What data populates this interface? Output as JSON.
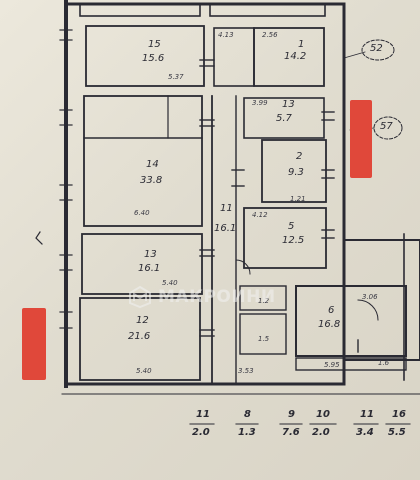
{
  "rooms": [
    {
      "num": "15",
      "area": "15.6"
    },
    {
      "num": "1",
      "area": "14.2"
    },
    {
      "num": "14",
      "area": "33.8"
    },
    {
      "num": "13",
      "area": "16.1"
    },
    {
      "num": "12",
      "area": "21.6"
    },
    {
      "num": "2",
      "area": "9.3"
    },
    {
      "num": "5",
      "area": "12.5"
    },
    {
      "num": "6",
      "area": "16.8"
    },
    {
      "num": "11",
      "area": "16.1"
    },
    {
      "num": "13",
      "area": "5.7"
    },
    {
      "num": "",
      "area": "1.2"
    },
    {
      "num": "",
      "area": "1.5"
    }
  ],
  "dimensions": [
    "5.37",
    "6.40",
    "5.40",
    "5.40",
    "2.56",
    "5.95",
    "1.6",
    "3.53",
    "3.99",
    "4.12",
    "1.21",
    "4.13",
    "3.06"
  ],
  "markers": {
    "top": "52",
    "right": "57"
  },
  "legend": [
    {
      "num": "11",
      "area": "2.0"
    },
    {
      "num": "8",
      "area": "1.3"
    },
    {
      "num": "9",
      "area": "7.6"
    },
    {
      "num": "10",
      "area": "2.0"
    },
    {
      "num": "11",
      "area": "3.4"
    },
    {
      "num": "16",
      "area": "5.5"
    }
  ],
  "watermark": "МАКРОИНИ",
  "colors": {
    "ink": "#2a2a33",
    "red_marker": "#e0483a",
    "paper": "#e6e2d6"
  }
}
